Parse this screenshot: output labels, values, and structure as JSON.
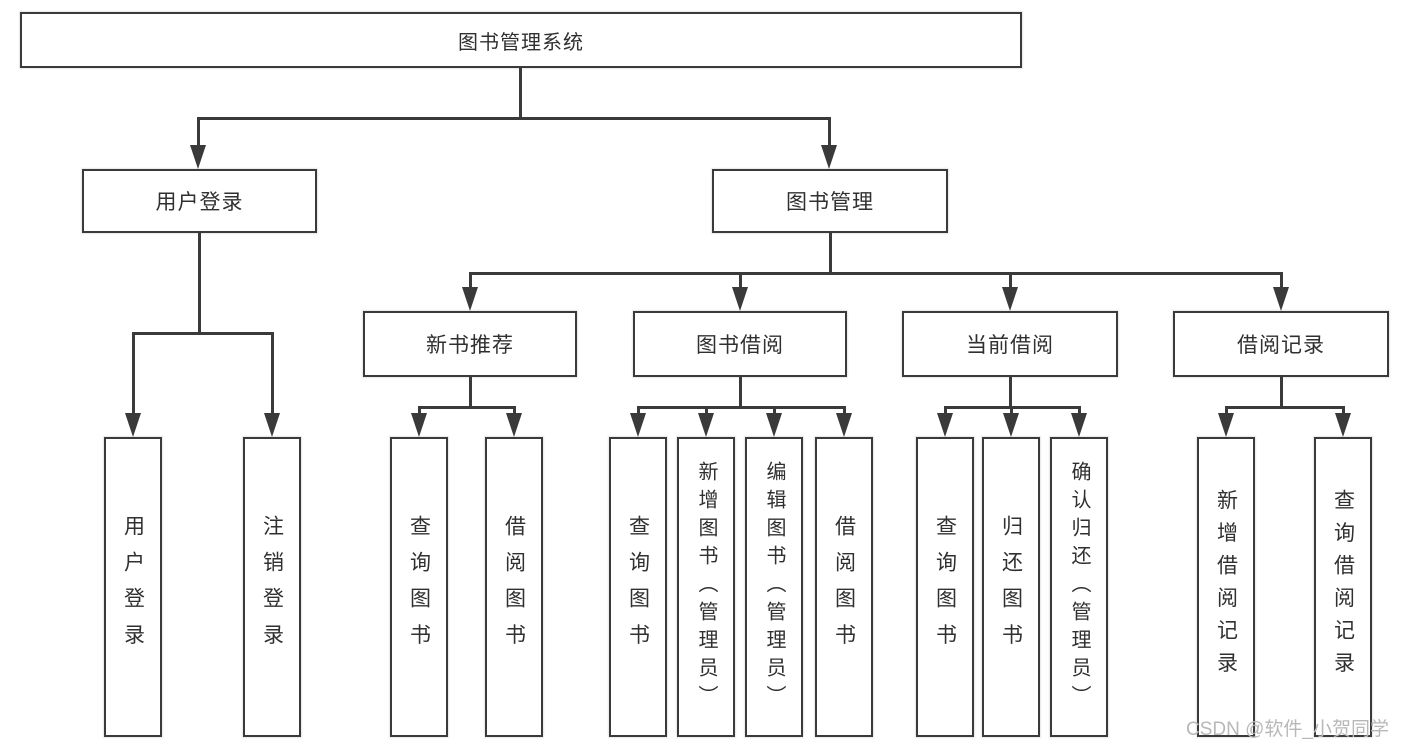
{
  "diagram": {
    "root": {
      "label": "图书管理系统"
    },
    "level2": [
      {
        "id": "user-login",
        "label": "用户登录",
        "parent": "图书管理系统"
      },
      {
        "id": "book-management",
        "label": "图书管理",
        "parent": "图书管理系统"
      }
    ],
    "level3": [
      {
        "id": "new-book-recommend",
        "label": "新书推荐",
        "parent": "图书管理"
      },
      {
        "id": "book-borrow",
        "label": "图书借阅",
        "parent": "图书管理"
      },
      {
        "id": "current-borrow",
        "label": "当前借阅",
        "parent": "图书管理"
      },
      {
        "id": "borrow-records",
        "label": "借阅记录",
        "parent": "图书管理"
      }
    ],
    "leaves": {
      "user_login": [
        "用户登录",
        "注销登录"
      ],
      "new_book_recommend": [
        "查询图书",
        "借阅图书"
      ],
      "book_borrow": [
        "查询图书",
        "新增图书（管理员）",
        "编辑图书（管理员）",
        "借阅图书"
      ],
      "current_borrow": [
        "查询图书",
        "归还图书",
        "确认归还（管理员）"
      ],
      "borrow_records": [
        "新增借阅记录",
        "查询借阅记录"
      ]
    }
  },
  "watermark": "CSDN @软件_小贺同学",
  "colors": {
    "line": "#3a3a3a",
    "text": "#303030",
    "box_background": "#ffffff",
    "page_background": "#ffffff",
    "watermark": "#b8b8b8"
  }
}
